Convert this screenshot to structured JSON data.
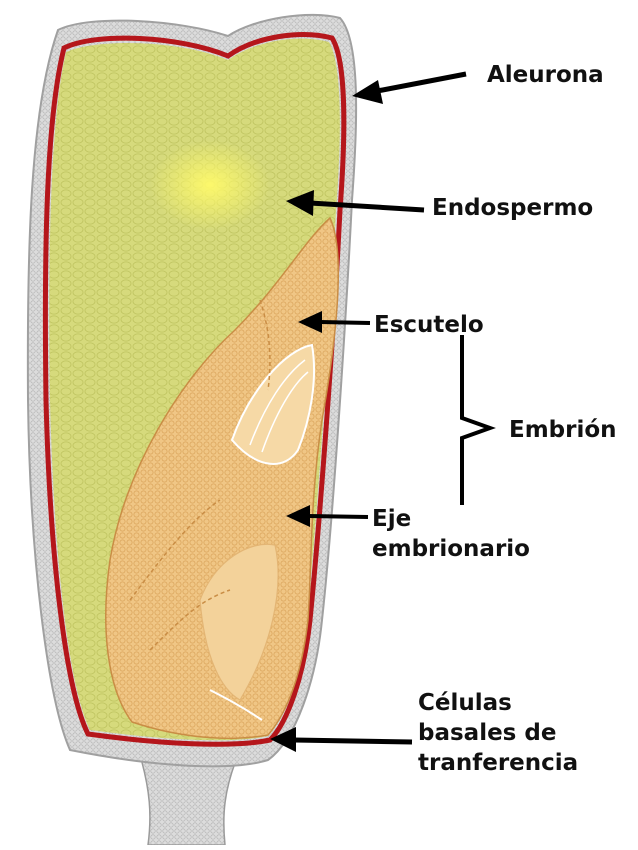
{
  "labels": {
    "aleurona": "Aleurona",
    "endospermo": "Endospermo",
    "escutelo": "Escutelo",
    "embrion": "Embrión",
    "eje_line1": "Eje",
    "eje_line2": "embrionario",
    "celulas_line1": "Células",
    "celulas_line2": "basales de",
    "celulas_line3": "tranferencia"
  },
  "colors": {
    "endosperm": "#d4d97a",
    "embryo": "#efc27f",
    "aleurone": "#b5161b",
    "pericarp": "#c8c8c8",
    "arrow": "#000000"
  }
}
